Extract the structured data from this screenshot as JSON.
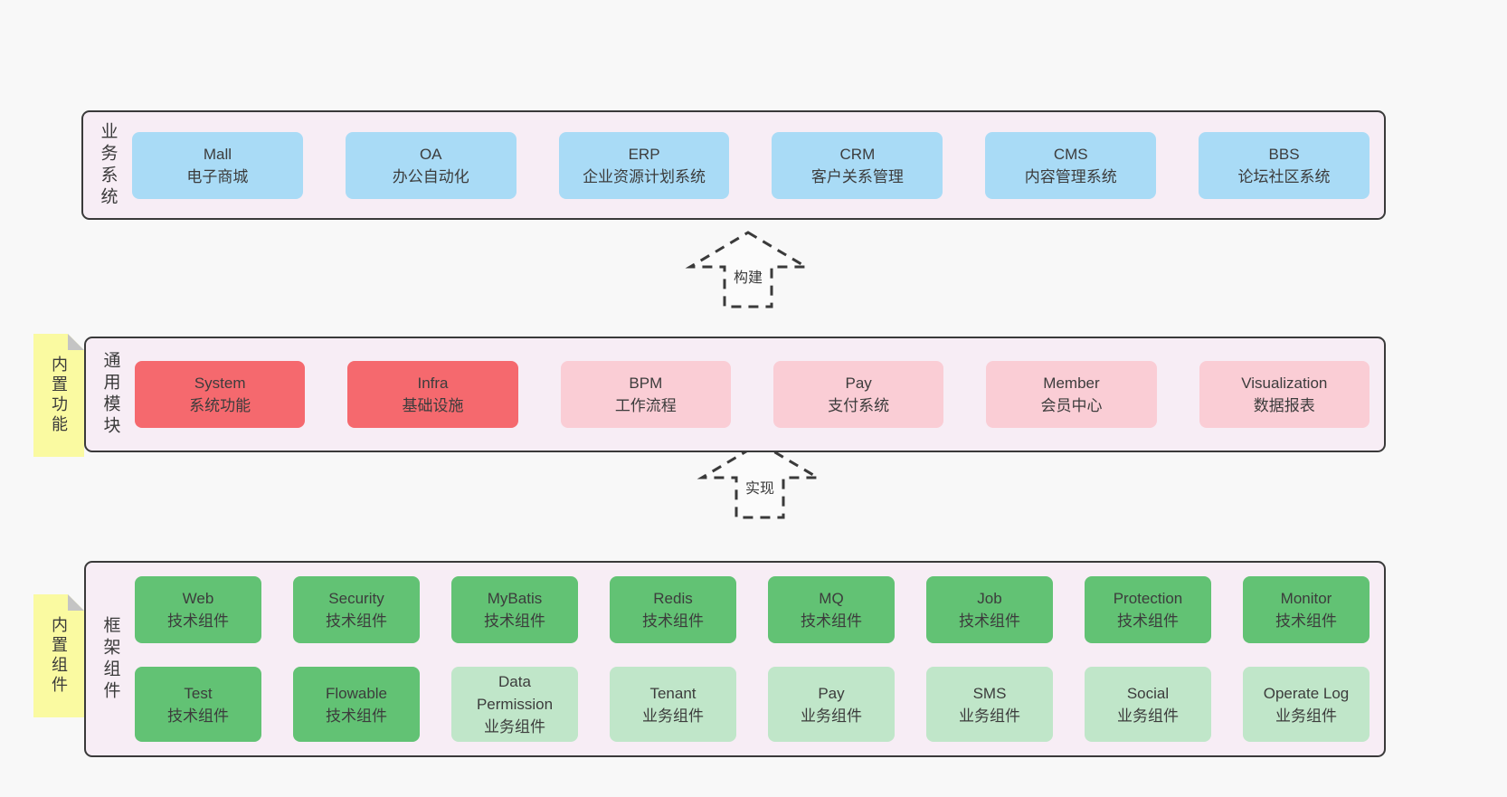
{
  "arrows": [
    {
      "label": "构建"
    },
    {
      "label": "实现"
    }
  ],
  "layers": [
    {
      "label": "业务系统",
      "note": "",
      "rows": [
        [
          {
            "en": "Mall",
            "zh": "电子商城",
            "variant": "blue"
          },
          {
            "en": "OA",
            "zh": "办公自动化",
            "variant": "blue"
          },
          {
            "en": "ERP",
            "zh": "企业资源计划系统",
            "variant": "blue"
          },
          {
            "en": "CRM",
            "zh": "客户关系管理",
            "variant": "blue"
          },
          {
            "en": "CMS",
            "zh": "内容管理系统",
            "variant": "blue"
          },
          {
            "en": "BBS",
            "zh": "论坛社区系统",
            "variant": "blue"
          }
        ]
      ]
    },
    {
      "label": "通用模块",
      "note": "内置功能",
      "rows": [
        [
          {
            "en": "System",
            "zh": "系统功能",
            "variant": "red"
          },
          {
            "en": "Infra",
            "zh": "基础设施",
            "variant": "red"
          },
          {
            "en": "BPM",
            "zh": "工作流程",
            "variant": "pink"
          },
          {
            "en": "Pay",
            "zh": "支付系统",
            "variant": "pink"
          },
          {
            "en": "Member",
            "zh": "会员中心",
            "variant": "pink"
          },
          {
            "en": "Visualization",
            "zh": "数据报表",
            "variant": "pink"
          }
        ]
      ]
    },
    {
      "label": "框架组件",
      "note": "内置组件",
      "rows": [
        [
          {
            "en": "Web",
            "zh": "技术组件",
            "variant": "green"
          },
          {
            "en": "Security",
            "zh": "技术组件",
            "variant": "green"
          },
          {
            "en": "MyBatis",
            "zh": "技术组件",
            "variant": "green"
          },
          {
            "en": "Redis",
            "zh": "技术组件",
            "variant": "green"
          },
          {
            "en": "MQ",
            "zh": "技术组件",
            "variant": "green"
          },
          {
            "en": "Job",
            "zh": "技术组件",
            "variant": "green"
          },
          {
            "en": "Protection",
            "zh": "技术组件",
            "variant": "green"
          },
          {
            "en": "Monitor",
            "zh": "技术组件",
            "variant": "green"
          }
        ],
        [
          {
            "en": "Test",
            "zh": "技术组件",
            "variant": "green"
          },
          {
            "en": "Flowable",
            "zh": "技术组件",
            "variant": "green"
          },
          {
            "en": "Data Permission",
            "zh": "业务组件",
            "variant": "lightgreen"
          },
          {
            "en": "Tenant",
            "zh": "业务组件",
            "variant": "lightgreen"
          },
          {
            "en": "Pay",
            "zh": "业务组件",
            "variant": "lightgreen"
          },
          {
            "en": "SMS",
            "zh": "业务组件",
            "variant": "lightgreen"
          },
          {
            "en": "Social",
            "zh": "业务组件",
            "variant": "lightgreen"
          },
          {
            "en": "Operate Log",
            "zh": "业务组件",
            "variant": "lightgreen"
          }
        ]
      ]
    }
  ],
  "colors": {
    "blue": "#a9dbf6",
    "red": "#f5696e",
    "pink": "#facdd5",
    "green": "#62c274",
    "lightgreen": "#c0e6c9",
    "container_bg": "#f7edf5",
    "border": "#3a3a3a",
    "note_bg": "#fafaa1",
    "note_fold": "#c4c4c4",
    "page_bg": "#f8f8f8",
    "arrow_fill": "#fbfbfb"
  }
}
